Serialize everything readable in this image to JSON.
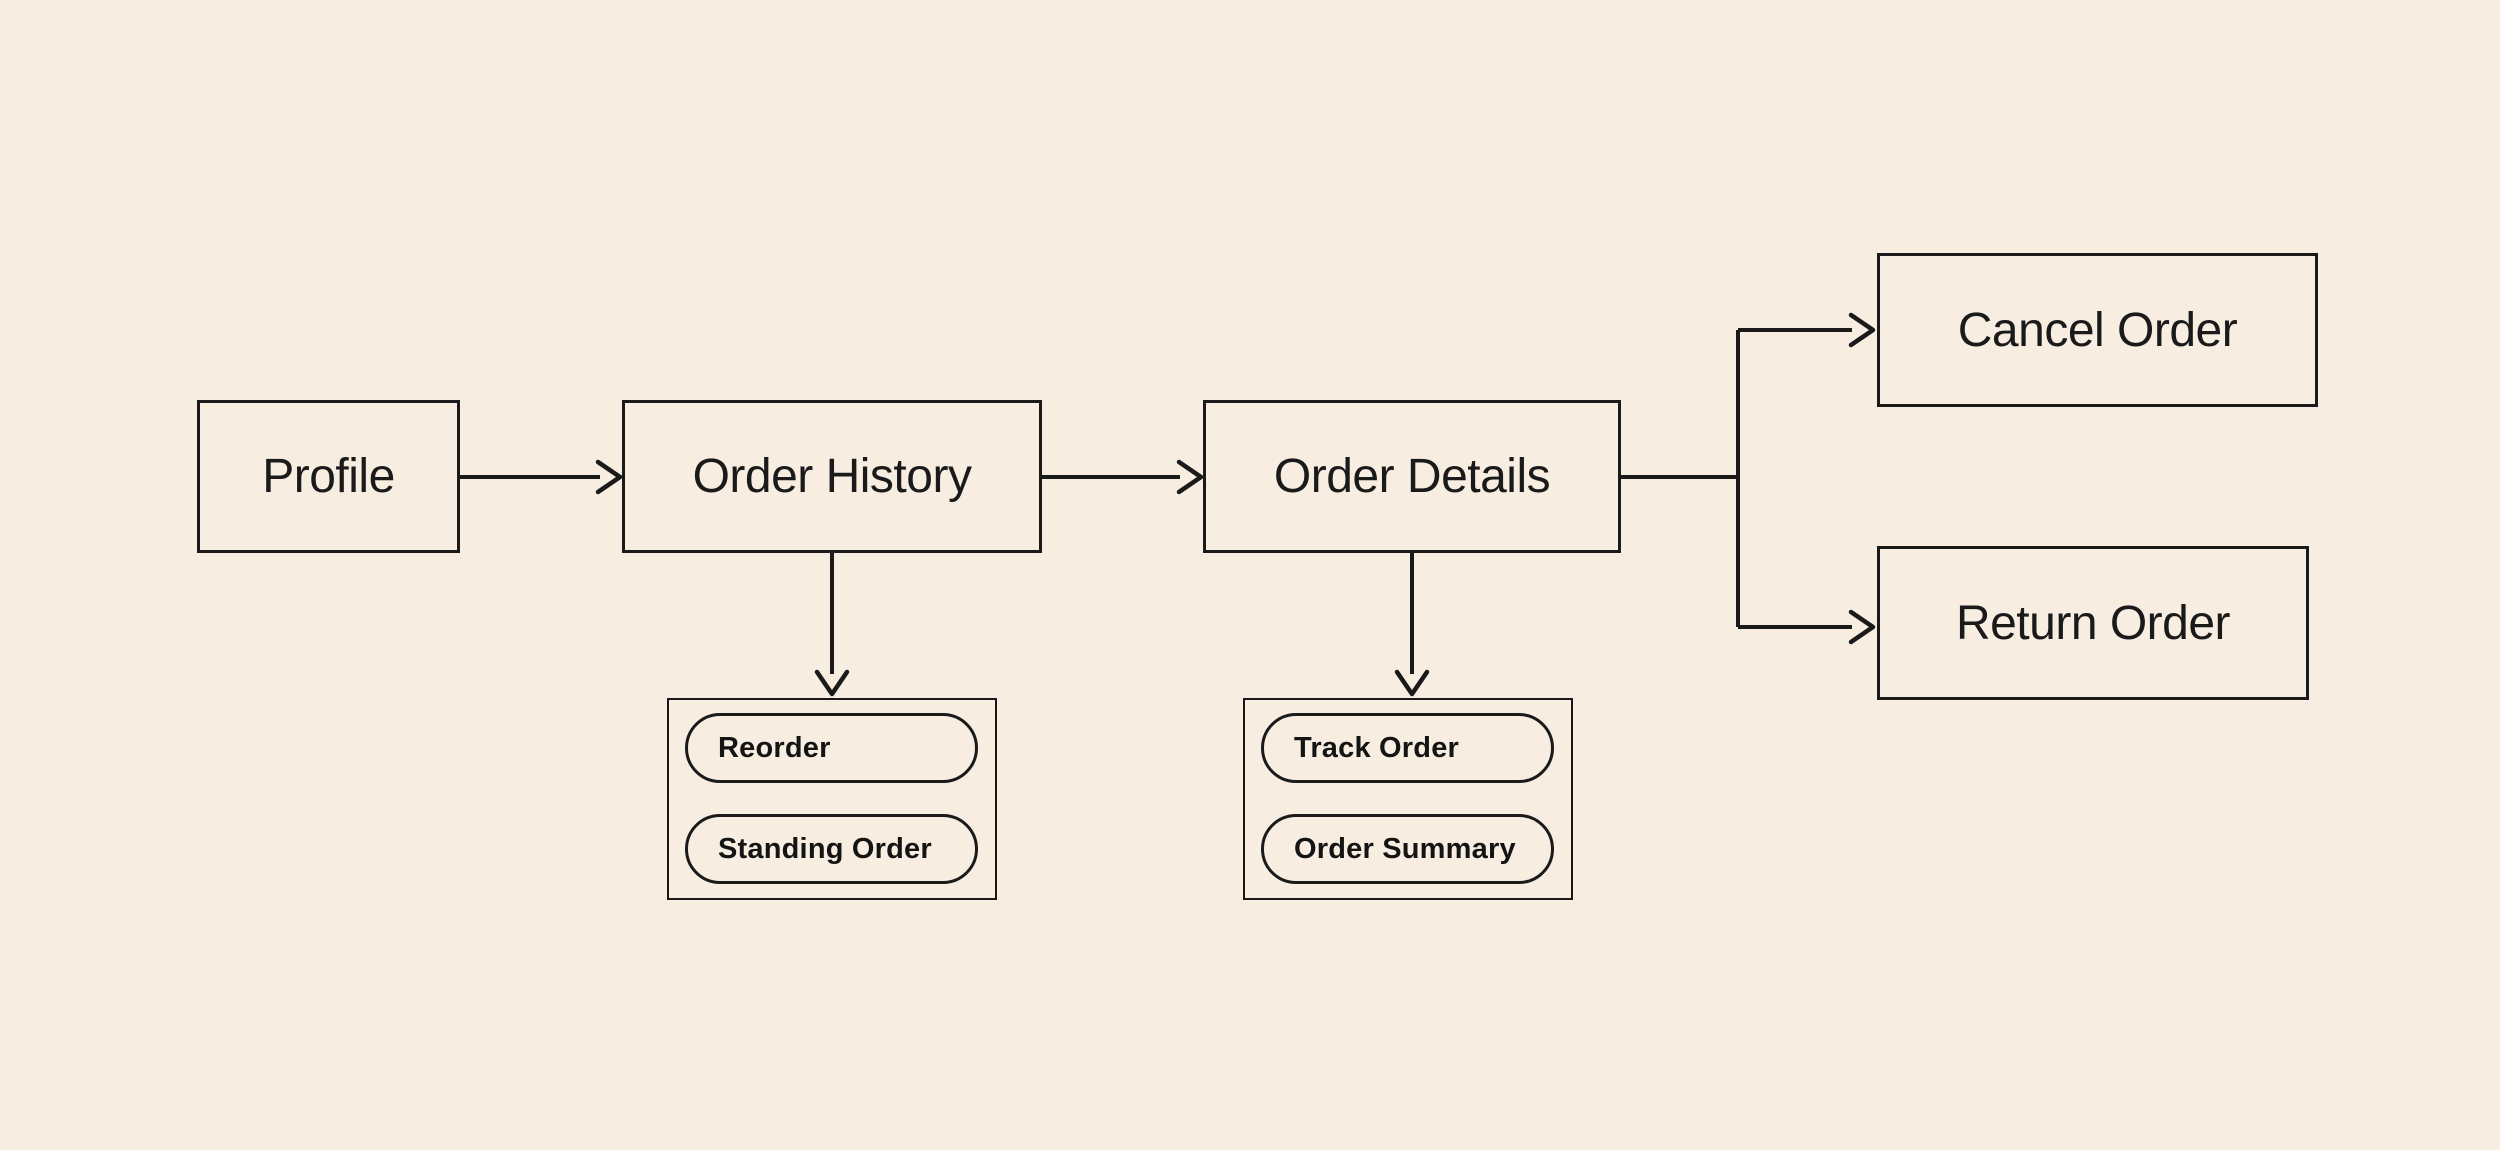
{
  "diagram": {
    "background_color": "#f7ede1",
    "stroke_color": "#1a1a1a",
    "nodes": {
      "profile": "Profile",
      "order_history": "Order History",
      "order_details": "Order Details",
      "cancel_order": "Cancel Order",
      "return_order": "Return Order"
    },
    "order_history_actions": {
      "items": [
        {
          "label": "Reorder"
        },
        {
          "label": "Standing Order"
        }
      ]
    },
    "order_details_actions": {
      "items": [
        {
          "label": "Track Order"
        },
        {
          "label": "Order Summary"
        }
      ]
    }
  }
}
